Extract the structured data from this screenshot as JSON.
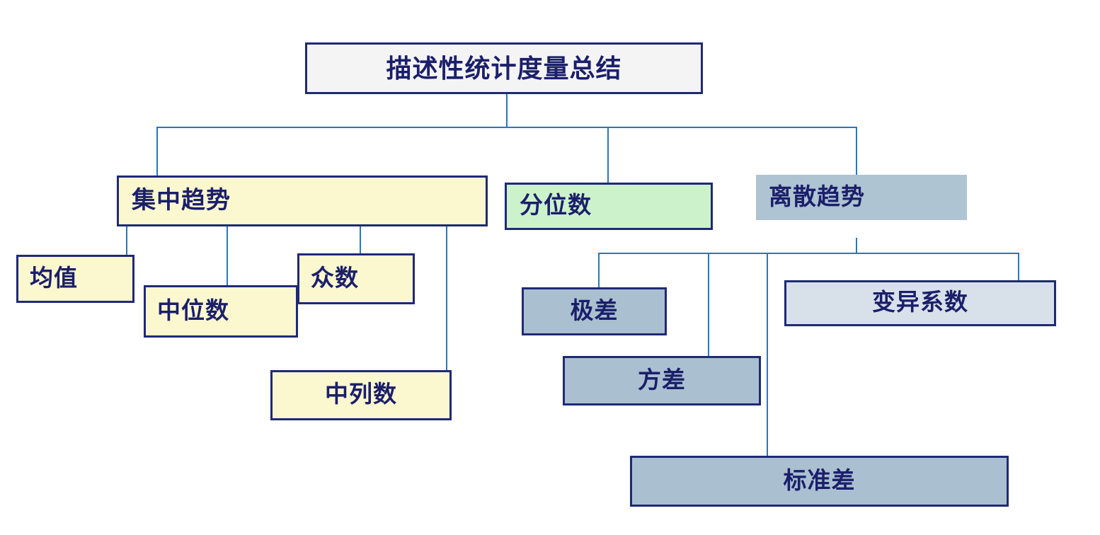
{
  "diagram": {
    "title": "描述性统计度量总结",
    "type": "hierarchy-tree",
    "text_color": "#1b1f6b",
    "connector_color": "#2579bd",
    "border_color": "#1f2a76",
    "background": "#ffffff",
    "root": {
      "label": "描述性统计度量总结",
      "fill": "#f4f4f5"
    },
    "branches": [
      {
        "label": "集中趋势",
        "fill": "#fbf8cf",
        "children": [
          {
            "label": "均值",
            "fill": "#fbf8cf"
          },
          {
            "label": "中位数",
            "fill": "#fbf8cf"
          },
          {
            "label": "众数",
            "fill": "#fbf8cf"
          },
          {
            "label": "中列数",
            "fill": "#fbf8cf"
          }
        ]
      },
      {
        "label": "分位数",
        "fill": "#ccf2cc",
        "children": []
      },
      {
        "label": "离散趋势",
        "fill": "#aec4d2",
        "children": [
          {
            "label": "极差",
            "fill": "#aac0d0"
          },
          {
            "label": "方差",
            "fill": "#aac0d0"
          },
          {
            "label": "标准差",
            "fill": "#aac0d0"
          },
          {
            "label": "变异系数",
            "fill": "#d8e1ea"
          }
        ]
      }
    ]
  }
}
